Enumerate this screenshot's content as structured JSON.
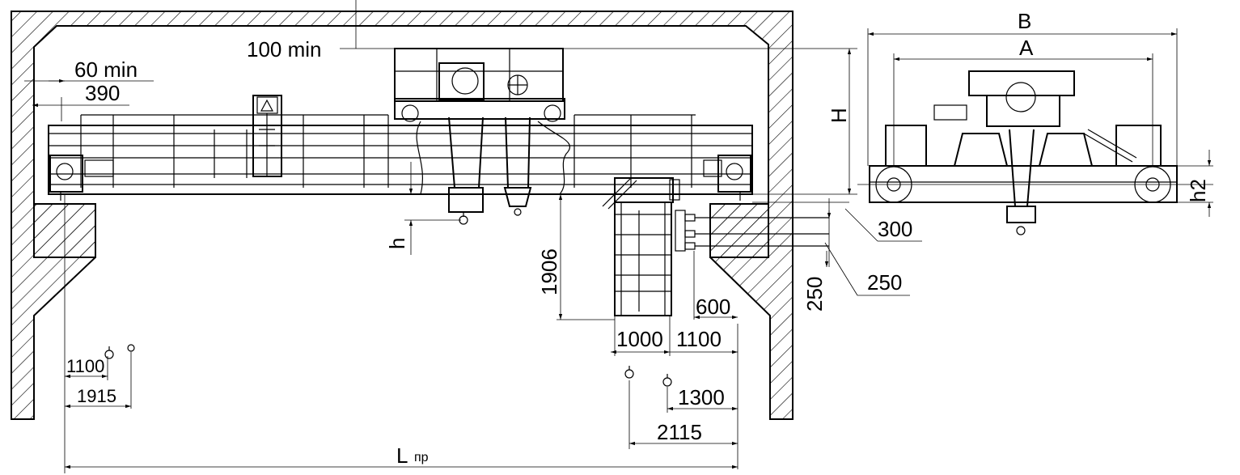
{
  "dimensions": {
    "clearance_top": "100 min",
    "end_clearance": "60 min",
    "end_offset": "390",
    "height": "H",
    "hook_h": "h",
    "h2": "h2",
    "d300": "300",
    "d250_a": "250",
    "d250_b": "250",
    "d1906": "1906",
    "d600": "600",
    "d1000": "1000",
    "d1100_right": "1100",
    "d1100_left": "1100",
    "d1915": "1915",
    "d1300": "1300",
    "d2115": "2115",
    "span_main": "L",
    "span_sub": "пр",
    "width_B": "B",
    "width_A": "A"
  }
}
